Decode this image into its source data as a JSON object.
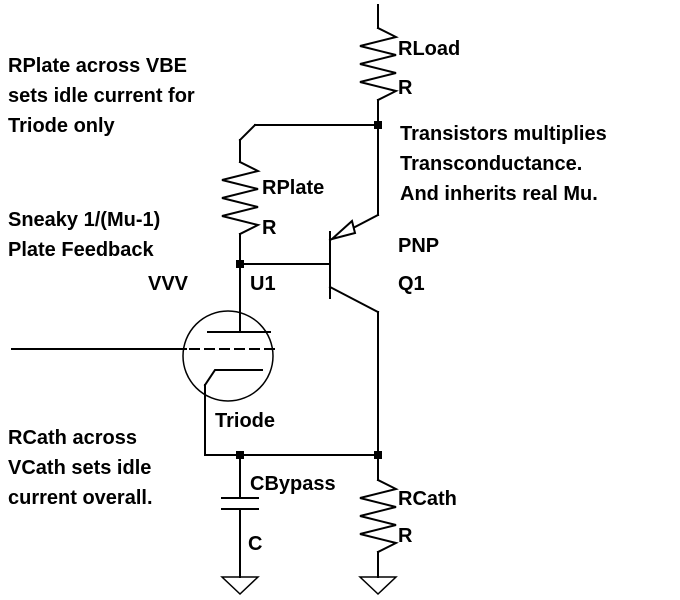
{
  "notes": {
    "rplate_note": [
      "RPlate across VBE",
      "sets idle current for",
      "Triode only"
    ],
    "transistor_note": [
      "Transistors multiplies",
      "Transconductance.",
      "And inherits real Mu."
    ],
    "feedback_note": [
      "Sneaky 1/(Mu-1)",
      "Plate Feedback"
    ],
    "rcath_note": [
      "RCath across",
      "VCath sets idle",
      "current overall."
    ]
  },
  "components": {
    "rload": {
      "name": "RLoad",
      "value": "R"
    },
    "rplate": {
      "name": "RPlate",
      "value": "R"
    },
    "q1": {
      "type": "PNP",
      "name": "Q1"
    },
    "u1": {
      "voltage_label": "VVV",
      "name": "U1",
      "type": "Triode"
    },
    "cbypass": {
      "name": "CBypass",
      "value": "C"
    },
    "rcath": {
      "name": "RCath",
      "value": "R"
    }
  }
}
